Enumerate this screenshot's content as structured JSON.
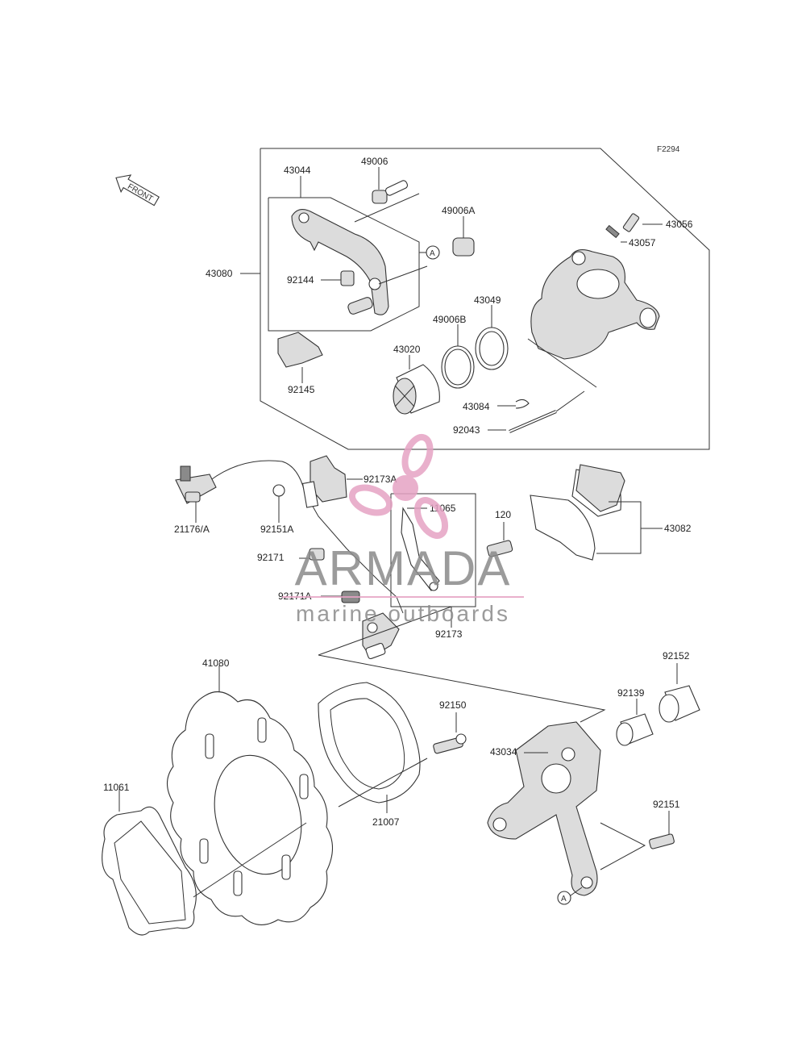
{
  "diagram": {
    "ref_code": "F2294",
    "front_label": "FRONT",
    "callout_A": "A",
    "labels": [
      {
        "id": "43044",
        "text": "43044"
      },
      {
        "id": "49006",
        "text": "49006"
      },
      {
        "id": "49006A",
        "text": "49006A"
      },
      {
        "id": "43056",
        "text": "43056"
      },
      {
        "id": "43057",
        "text": "43057"
      },
      {
        "id": "43080",
        "text": "43080"
      },
      {
        "id": "92144",
        "text": "92144"
      },
      {
        "id": "43049",
        "text": "43049"
      },
      {
        "id": "49006B",
        "text": "49006B"
      },
      {
        "id": "43020",
        "text": "43020"
      },
      {
        "id": "92145",
        "text": "92145"
      },
      {
        "id": "43084",
        "text": "43084"
      },
      {
        "id": "92043",
        "text": "92043"
      },
      {
        "id": "92173A",
        "text": "92173A"
      },
      {
        "id": "11065",
        "text": "11065"
      },
      {
        "id": "120",
        "text": "120"
      },
      {
        "id": "43082",
        "text": "43082"
      },
      {
        "id": "21176A",
        "text": "21176/A"
      },
      {
        "id": "92151A",
        "text": "92151A"
      },
      {
        "id": "92171",
        "text": "92171"
      },
      {
        "id": "92171A",
        "text": "92171A"
      },
      {
        "id": "92173",
        "text": "92173"
      },
      {
        "id": "41080",
        "text": "41080"
      },
      {
        "id": "92152",
        "text": "92152"
      },
      {
        "id": "92139",
        "text": "92139"
      },
      {
        "id": "92150",
        "text": "92150"
      },
      {
        "id": "43034",
        "text": "43034"
      },
      {
        "id": "11061",
        "text": "11061"
      },
      {
        "id": "21007",
        "text": "21007"
      },
      {
        "id": "92151",
        "text": "92151"
      }
    ]
  },
  "watermark": {
    "brand": "ARMADA",
    "tagline": "marine outboards",
    "logo_color": "#e6a3c4",
    "text_color": "#8a8a8a"
  }
}
